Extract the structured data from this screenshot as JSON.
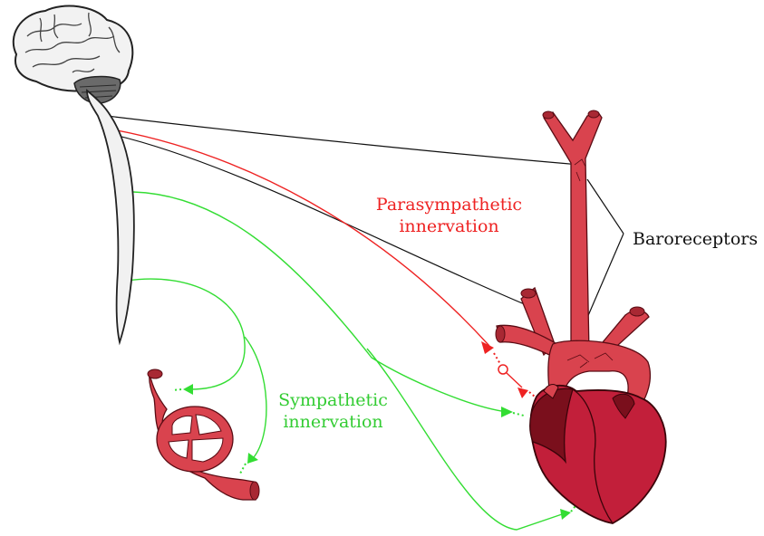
{
  "labels": {
    "parasympathetic": [
      "Parasympathetic",
      "innervation"
    ],
    "sympathetic": [
      "Sympathetic",
      "innervation"
    ],
    "baroreceptors": "Baroreceptors"
  },
  "colors": {
    "sympathetic": "#33dd33",
    "parasympathetic": "#ee2222",
    "afferent": "#111111",
    "vessel": "#d9434e",
    "heart": "#c21f3a",
    "heart_dark": "#7a0f1c"
  },
  "icons": {
    "brain": "brain-icon",
    "spinal_cord": "spinal-cord-icon",
    "heart": "heart-icon",
    "blood_vessel": "blood-vessel-icon"
  }
}
